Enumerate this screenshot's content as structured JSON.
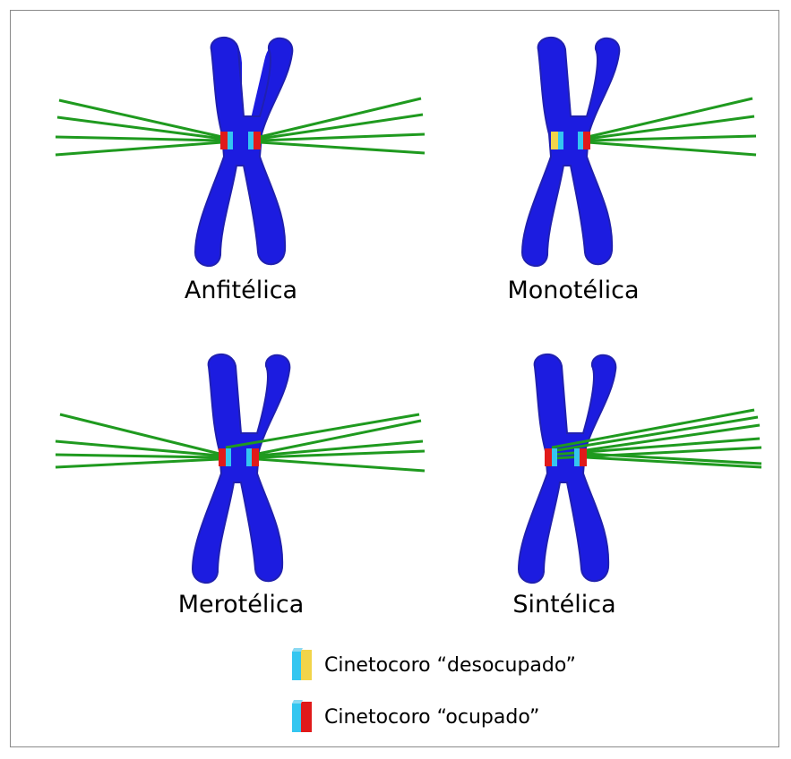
{
  "panels": [
    {
      "id": "anfitelica",
      "label": "Anfitélica"
    },
    {
      "id": "monotelica",
      "label": "Monotélica"
    },
    {
      "id": "merotelica",
      "label": "Merotélica"
    },
    {
      "id": "sintelica",
      "label": "Sintélica"
    }
  ],
  "legend": {
    "unoccupied": "Cinetocoro “desocupado”",
    "occupied": "Cinetocoro “ocupado”"
  },
  "colors": {
    "chromosome": "#1c1ce0",
    "microtubule": "#1f9a1f",
    "kinetochore_unoccupied": "#f2d44a",
    "kinetochore_occupied": "#e01a1a",
    "kinetochore_face": "#34c6f0"
  }
}
